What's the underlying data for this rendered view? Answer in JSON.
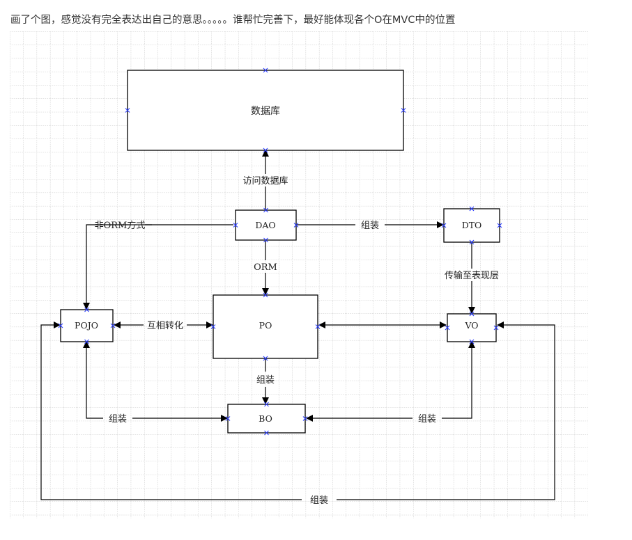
{
  "post": {
    "question": "画了个图，感觉没有完全表达出自己的意思。。。。。谁帮忙完善下，最好能体现各个O在MVC中的位置"
  },
  "diagram": {
    "nodes": {
      "database": "数据库",
      "dao": "DAO",
      "dto": "DTO",
      "pojo": "POJO",
      "po": "PO",
      "vo": "VO",
      "bo": "BO"
    },
    "edges": {
      "dao_to_database": "访问数据库",
      "dao_to_pojo": "非ORM方式",
      "dao_to_dto": "组装",
      "dao_to_po": "ORM",
      "dto_to_vo": "传输至表现层",
      "pojo_po": "互相转化",
      "po_to_bo": "组装",
      "pojo_bo": "组装",
      "vo_bo": "组装",
      "pojo_vo_bottom": "组装"
    }
  }
}
